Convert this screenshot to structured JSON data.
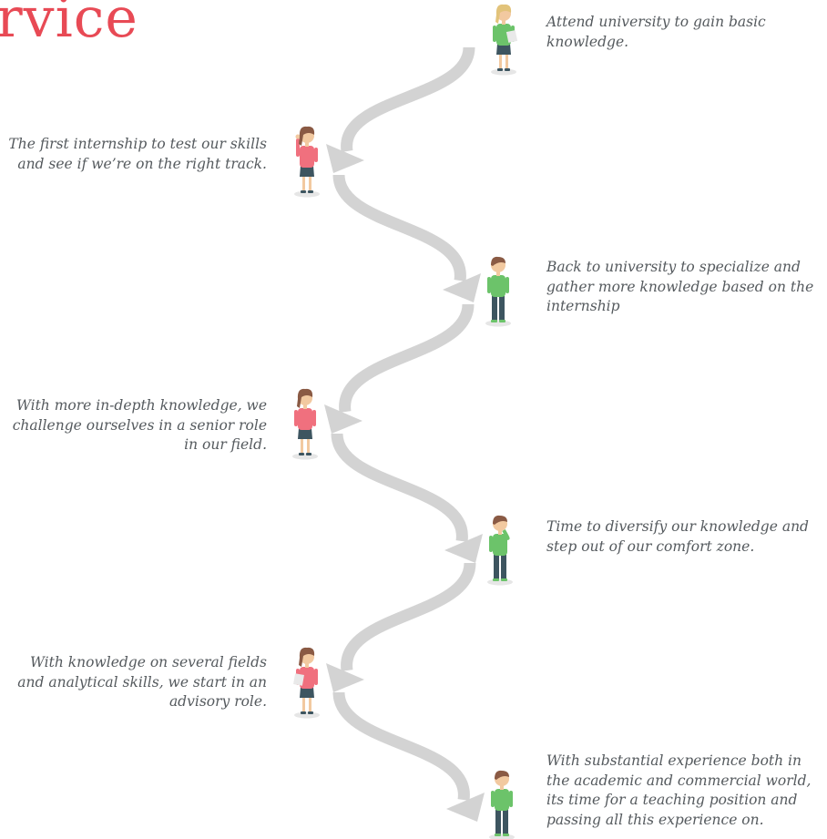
{
  "header": {
    "title_fragment": "rvice"
  },
  "steps": [
    {
      "text": "Attend university to gain basic knowledge.",
      "side": "right",
      "person": "woman-reading",
      "shirt": "green",
      "hair": "blonde"
    },
    {
      "text": "The first internship to test our skills and see if we’re on the right track.",
      "side": "left",
      "person": "woman-waving",
      "shirt": "pink",
      "hair": "brown"
    },
    {
      "text": "Back to university to specialize and gather more knowledge based on the internship",
      "side": "right",
      "person": "man-standing",
      "shirt": "green",
      "hair": "brown"
    },
    {
      "text": "With more in-depth knowledge, we challenge ourselves in a senior role in our field.",
      "side": "left",
      "person": "woman-standing",
      "shirt": "pink",
      "hair": "brown"
    },
    {
      "text": "Time to diversify our knowledge and step out of our comfort zone.",
      "side": "right",
      "person": "man-thinking",
      "shirt": "green",
      "hair": "brown"
    },
    {
      "text": "With knowledge on several fields and analytical skills, we start in an advisory role.",
      "side": "left",
      "person": "woman-holding-paper",
      "shirt": "pink",
      "hair": "brown"
    },
    {
      "text": "With substantial experience both in the academic and  commercial world, its time for a teaching position and passing all this experience on.",
      "side": "right",
      "person": "man-standing",
      "shirt": "green",
      "hair": "brown"
    }
  ],
  "colors": {
    "title": "#e84a55",
    "arrow": "#d3d3d3",
    "text": "#555a5e",
    "shirt_green": "#6cc36a",
    "shirt_pink": "#f0707e",
    "pants": "#3d5560",
    "skin": "#f2c9a0",
    "hair_blonde": "#e2c37a",
    "hair_brown": "#8a5a44",
    "shadow": "#e6e6e6"
  },
  "icons": {
    "arrow": "curved-arrow-icon"
  }
}
